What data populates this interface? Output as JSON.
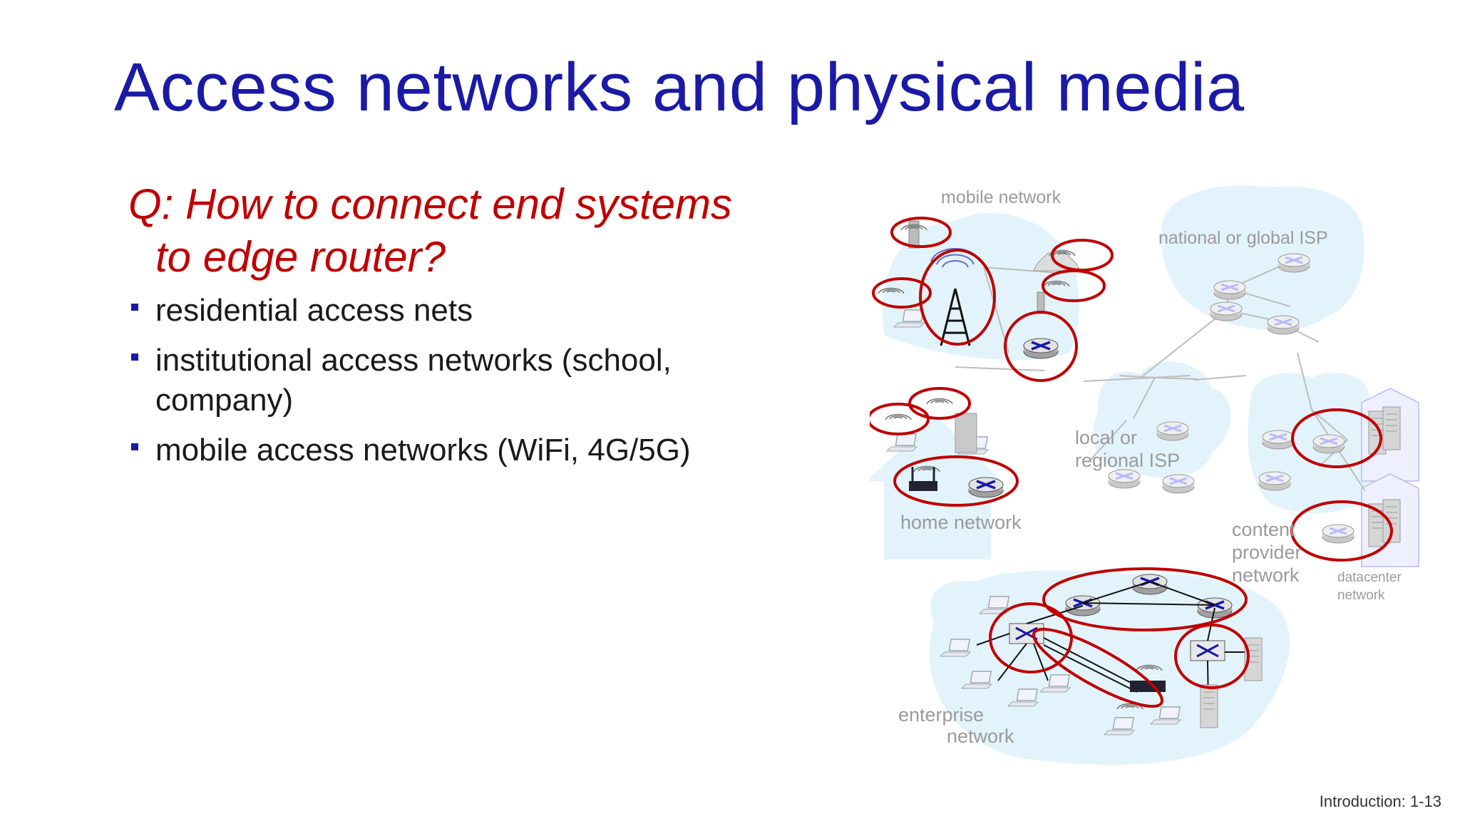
{
  "slide": {
    "title": "Access networks and physical media",
    "question_line1": "Q: How to connect end systems",
    "question_line2": "to edge router?",
    "bullets": [
      {
        "text": "residential access nets"
      },
      {
        "text": "institutional access networks (school, company)"
      },
      {
        "text": "mobile access networks (WiFi, 4G/5G)"
      }
    ],
    "footer": "Introduction: 1-13"
  },
  "diagram": {
    "labels": {
      "mobile": "mobile network",
      "national": "national or global ISP",
      "local_1": "local or",
      "local_2": "regional ISP",
      "home": "home network",
      "content_1": "content",
      "content_2": "provider",
      "content_3": "network",
      "datacenter_1": "datacenter",
      "datacenter_2": "network",
      "enterprise_1": "enterprise",
      "enterprise_2": "network"
    },
    "colors": {
      "title": "#1a1aa6",
      "question": "#c00000",
      "highlight_ring": "#c00000",
      "cloud": "#e3f3fb",
      "router_mark": "#1a1aa6",
      "label": "#9a9a9a"
    }
  }
}
